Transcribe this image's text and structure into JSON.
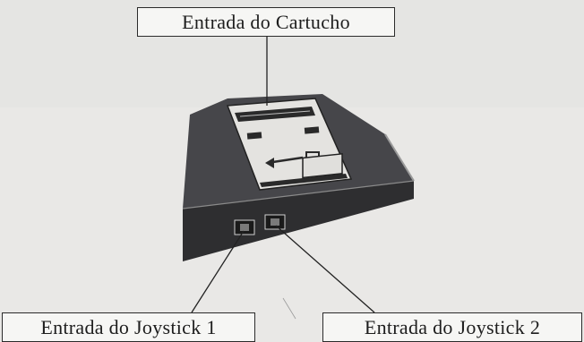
{
  "labels": {
    "cartridge_slot": "Entrada do Cartucho",
    "joystick_1": "Entrada do Joystick 1",
    "joystick_2": "Entrada do Joystick 2"
  },
  "colors": {
    "background": "#e9e8e6",
    "ink": "#1d1d1d",
    "console_body": "#3b3b3d",
    "console_top": "#4a4a4c",
    "panel": "#e4e3e0"
  },
  "icons": {
    "console": "game-console-illustration"
  }
}
